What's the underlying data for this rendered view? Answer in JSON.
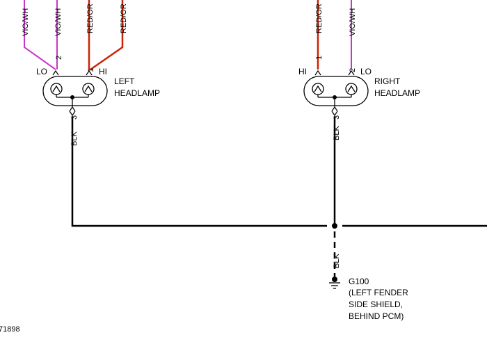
{
  "left_headlamp": {
    "name_line1": "LEFT",
    "name_line2": "HEADLAMP",
    "pin_lo": "LO",
    "pin_hi": "HI",
    "pin2_num": "2",
    "pin1_num": "1",
    "pin3_num": "3",
    "wire_vio1": "VIO/WH",
    "wire_vio2": "VIO/WH",
    "wire_red1": "RED/OR",
    "wire_red2": "RED/OR",
    "wire_ground": "BLK"
  },
  "right_headlamp": {
    "name_line1": "RIGHT",
    "name_line2": "HEADLAMP",
    "pin_hi": "HI",
    "pin_lo": "LO",
    "pin1_num": "1",
    "pin2_num": "2",
    "pin3_num": "3",
    "wire_red": "RED/OR",
    "wire_vio": "VIO/WH",
    "wire_ground": "BLK"
  },
  "ground": {
    "wire": "BLK",
    "id": "G100",
    "line1": "(LEFT FENDER",
    "line2": "SIDE SHIELD,",
    "line3": "BEHIND PCM)"
  },
  "figure_number": "71898",
  "colors": {
    "violet_wire": "#cc33cc",
    "red_wire": "#cc2200",
    "ground_wire": "#000000"
  }
}
